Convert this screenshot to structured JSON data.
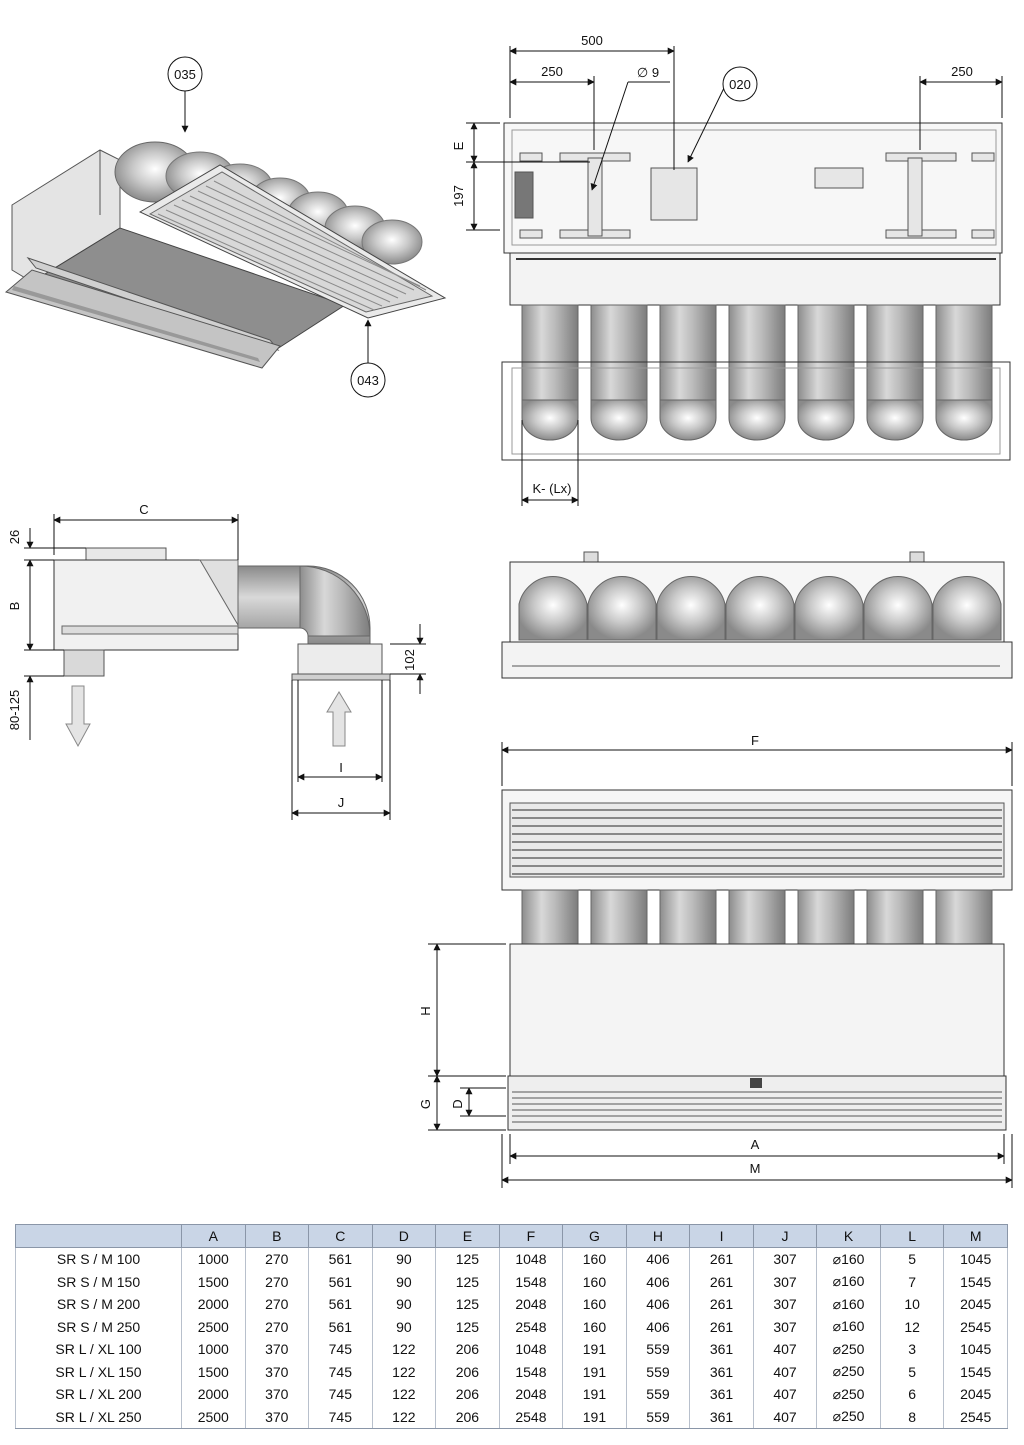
{
  "refs": {
    "ref_035": "035",
    "ref_043": "043",
    "ref_020": "020"
  },
  "dims": {
    "top_500": "500",
    "top_250_left": "250",
    "top_250_right": "250",
    "hole_dia": "∅ 9",
    "E": "E",
    "d197": "197",
    "K_Lx": "K- (Lx)",
    "C": "C",
    "d26": "26",
    "B": "B",
    "d80_125": "80-125",
    "d102": "102",
    "I": "I",
    "J": "J",
    "F": "F",
    "H": "H",
    "G": "G",
    "D": "D",
    "A": "A",
    "M": "M"
  },
  "table": {
    "headers": [
      "",
      "A",
      "B",
      "C",
      "D",
      "E",
      "F",
      "G",
      "H",
      "I",
      "J",
      "K",
      "L",
      "M"
    ],
    "rows": [
      [
        "SR S /  M 100",
        "1000",
        "270",
        "561",
        "90",
        "125",
        "1048",
        "160",
        "406",
        "261",
        "307",
        "⌀160",
        "5",
        "1045"
      ],
      [
        "SR S /  M 150",
        "1500",
        "270",
        "561",
        "90",
        "125",
        "1548",
        "160",
        "406",
        "261",
        "307",
        "⌀160",
        "7",
        "1545"
      ],
      [
        "SR S /  M 200",
        "2000",
        "270",
        "561",
        "90",
        "125",
        "2048",
        "160",
        "406",
        "261",
        "307",
        "⌀160",
        "10",
        "2045"
      ],
      [
        "SR S /  M 250",
        "2500",
        "270",
        "561",
        "90",
        "125",
        "2548",
        "160",
        "406",
        "261",
        "307",
        "⌀160",
        "12",
        "2545"
      ],
      [
        "SR L / XL 100",
        "1000",
        "370",
        "745",
        "122",
        "206",
        "1048",
        "191",
        "559",
        "361",
        "407",
        "⌀250",
        "3",
        "1045"
      ],
      [
        "SR L / XL 150",
        "1500",
        "370",
        "745",
        "122",
        "206",
        "1548",
        "191",
        "559",
        "361",
        "407",
        "⌀250",
        "5",
        "1545"
      ],
      [
        "SR L / XL 200",
        "2000",
        "370",
        "745",
        "122",
        "206",
        "2048",
        "191",
        "559",
        "361",
        "407",
        "⌀250",
        "6",
        "2045"
      ],
      [
        "SR L / XL 250",
        "2500",
        "370",
        "745",
        "122",
        "206",
        "2548",
        "191",
        "559",
        "361",
        "407",
        "⌀250",
        "8",
        "2545"
      ]
    ]
  }
}
